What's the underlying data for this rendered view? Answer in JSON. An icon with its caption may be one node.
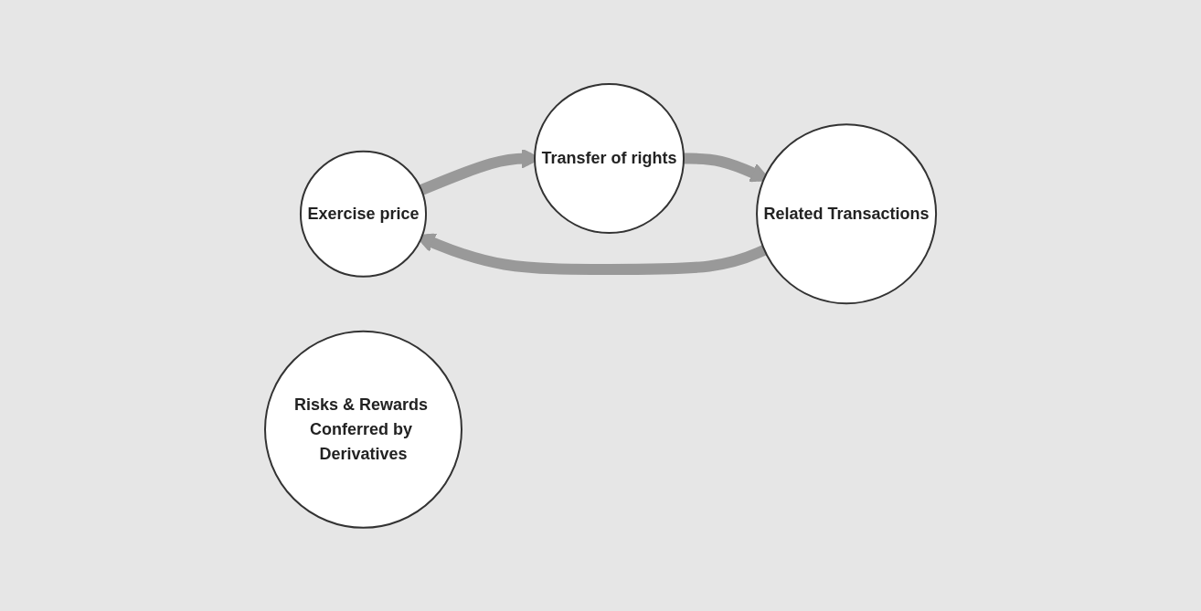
{
  "diagram": {
    "nodes": [
      {
        "text": [
          "Exercise price"
        ]
      },
      {
        "text": [
          "Transfer of rights"
        ]
      },
      {
        "text": [
          "Risks & Rewards Conferred by Derivatives"
        ]
      },
      {
        "text": [
          "Related Transactions"
        ]
      }
    ],
    "edges": [
      {
        "from": 0,
        "to": 1,
        "arrow": "to"
      },
      {
        "from": 1,
        "to": 3,
        "arrow": "to"
      },
      {
        "from": 3,
        "to": 0,
        "arrow": "to"
      }
    ]
  }
}
